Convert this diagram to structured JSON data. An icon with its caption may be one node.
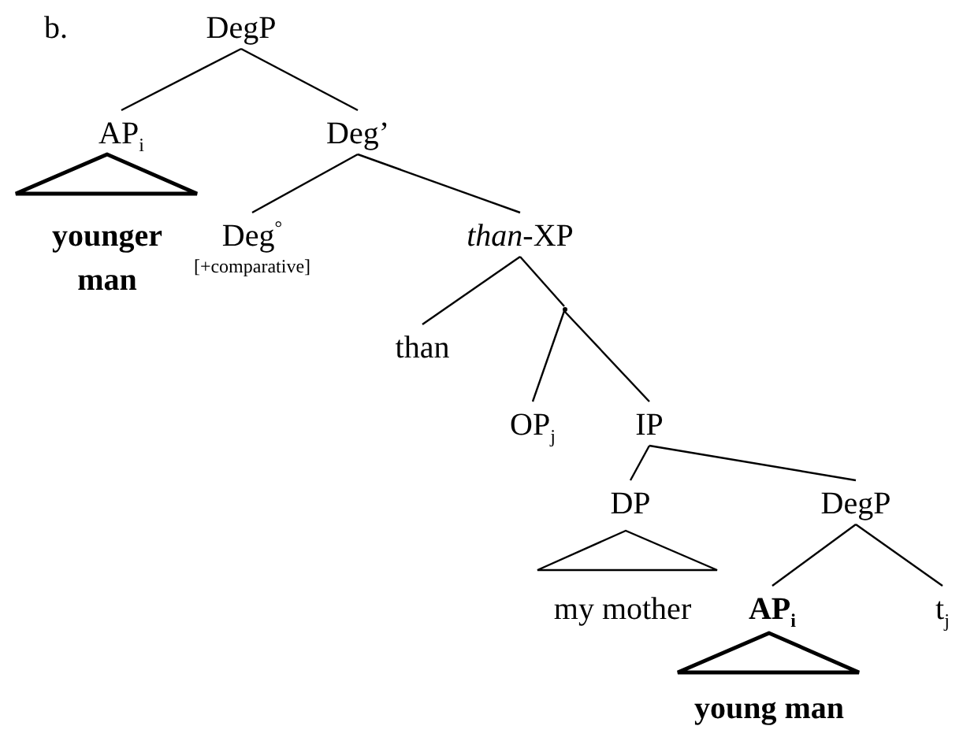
{
  "diagram": {
    "nodes": [
      {
        "text": [
          "DegP"
        ]
      },
      {
        "text": [
          "AP$_{i}$"
        ]
      },
      {
        "text": [
          "Deg’"
        ]
      },
      {
        "text": [],
        "shape": "triangle"
      },
      {
        "text": [
          "younger man"
        ]
      },
      {
        "text": [
          "Deg$^{°}$",
          "[+comparative]"
        ]
      },
      {
        "text": [
          "*than*-XP"
        ]
      },
      {
        "text": [
          "than"
        ]
      },
      {
        "text": [],
        "shape": "point"
      },
      {
        "text": [
          "OP$_{j}$"
        ]
      },
      {
        "text": [
          "IP"
        ]
      },
      {
        "text": [
          "DP"
        ]
      },
      {
        "text": [
          "DegP"
        ]
      },
      {
        "text": [],
        "shape": "triangle"
      },
      {
        "text": [
          "my mother"
        ]
      },
      {
        "text": [
          "AP$_{i}$"
        ]
      },
      {
        "text": [
          "t$_{j}$"
        ]
      },
      {
        "text": [],
        "shape": "triangle"
      },
      {
        "text": [
          "young man"
        ]
      }
    ],
    "edges": [
      {
        "from": 0,
        "to": 1,
        "arrow": "none"
      },
      {
        "from": 0,
        "to": 2,
        "arrow": "none"
      },
      {
        "from": 2,
        "to": 5,
        "arrow": "none"
      },
      {
        "from": 2,
        "to": 6,
        "arrow": "none"
      },
      {
        "from": 6,
        "to": 7,
        "arrow": "none"
      },
      {
        "from": 6,
        "to": 8,
        "arrow": "none"
      },
      {
        "from": 8,
        "to": 9,
        "arrow": "none"
      },
      {
        "from": 8,
        "to": 10,
        "arrow": "none"
      },
      {
        "from": 10,
        "to": 11,
        "arrow": "none"
      },
      {
        "from": 10,
        "to": 12,
        "arrow": "none"
      },
      {
        "from": 12,
        "to": 15,
        "arrow": "none"
      },
      {
        "from": 12,
        "to": 16,
        "arrow": "none"
      }
    ],
    "labels": [
      "b."
    ]
  }
}
